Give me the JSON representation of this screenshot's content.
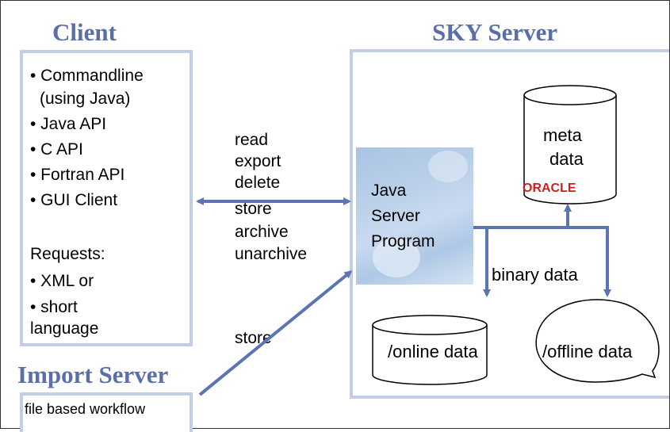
{
  "client": {
    "title": "Client",
    "items": [
      "• Commandline",
      "(using Java)",
      "• Java API",
      "• C API",
      "• Fortran API",
      "• GUI Client"
    ],
    "requests_label": "Requests:",
    "request_items": [
      "• XML or",
      "• short",
      "language"
    ]
  },
  "operations": [
    "read",
    "export",
    "delete",
    "store",
    "archive",
    "unarchive"
  ],
  "import_store_label": "store",
  "sky_server": {
    "title": "SKY Server",
    "program_lines": [
      "Java",
      "Server",
      "Program"
    ],
    "meta_lines": [
      "meta",
      "data"
    ],
    "oracle_logo": "ORACLE",
    "binary_label": "binary data",
    "online_label": "/online data",
    "offline_label": "/offline data"
  },
  "import_server": {
    "title": "Import Server",
    "workflow_label": "file based workflow"
  },
  "colors": {
    "heading": "#5a6fa8",
    "arrow": "#5b74b2",
    "box_border": "#c4cde6",
    "oracle": "#cc1f1f"
  }
}
